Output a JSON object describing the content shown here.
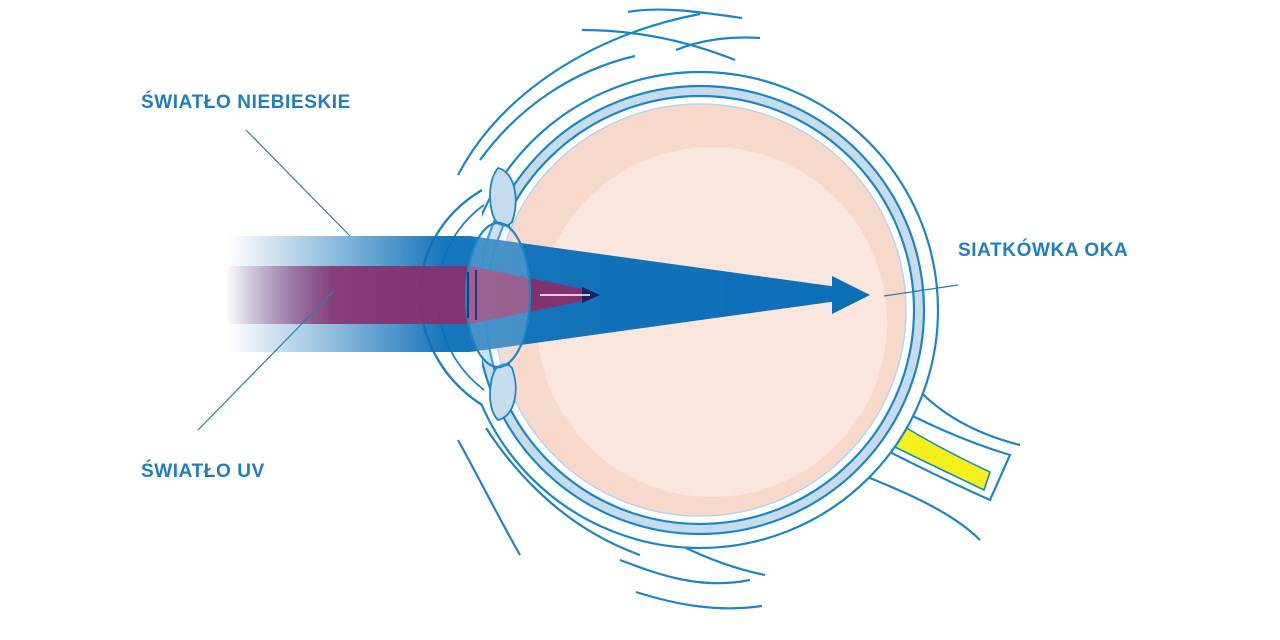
{
  "labels": {
    "blue_light": "ŚWIATŁO NIEBIESKIE",
    "uv_light": "ŚWIATŁO UV",
    "retina": "SIATKÓWKA OKA"
  },
  "colors": {
    "label_text": "#1e7fc0",
    "outline": "#1b86c6",
    "sclera_band": "#c6dced",
    "eye_interior_outer": "#f7d9cc",
    "eye_interior_inner": "#fbe6dd",
    "blue_beam": "#0b6fb8",
    "uv_beam": "#85316f",
    "optic_nerve": "#f4f11a",
    "leader_line": "#2c7dae"
  }
}
